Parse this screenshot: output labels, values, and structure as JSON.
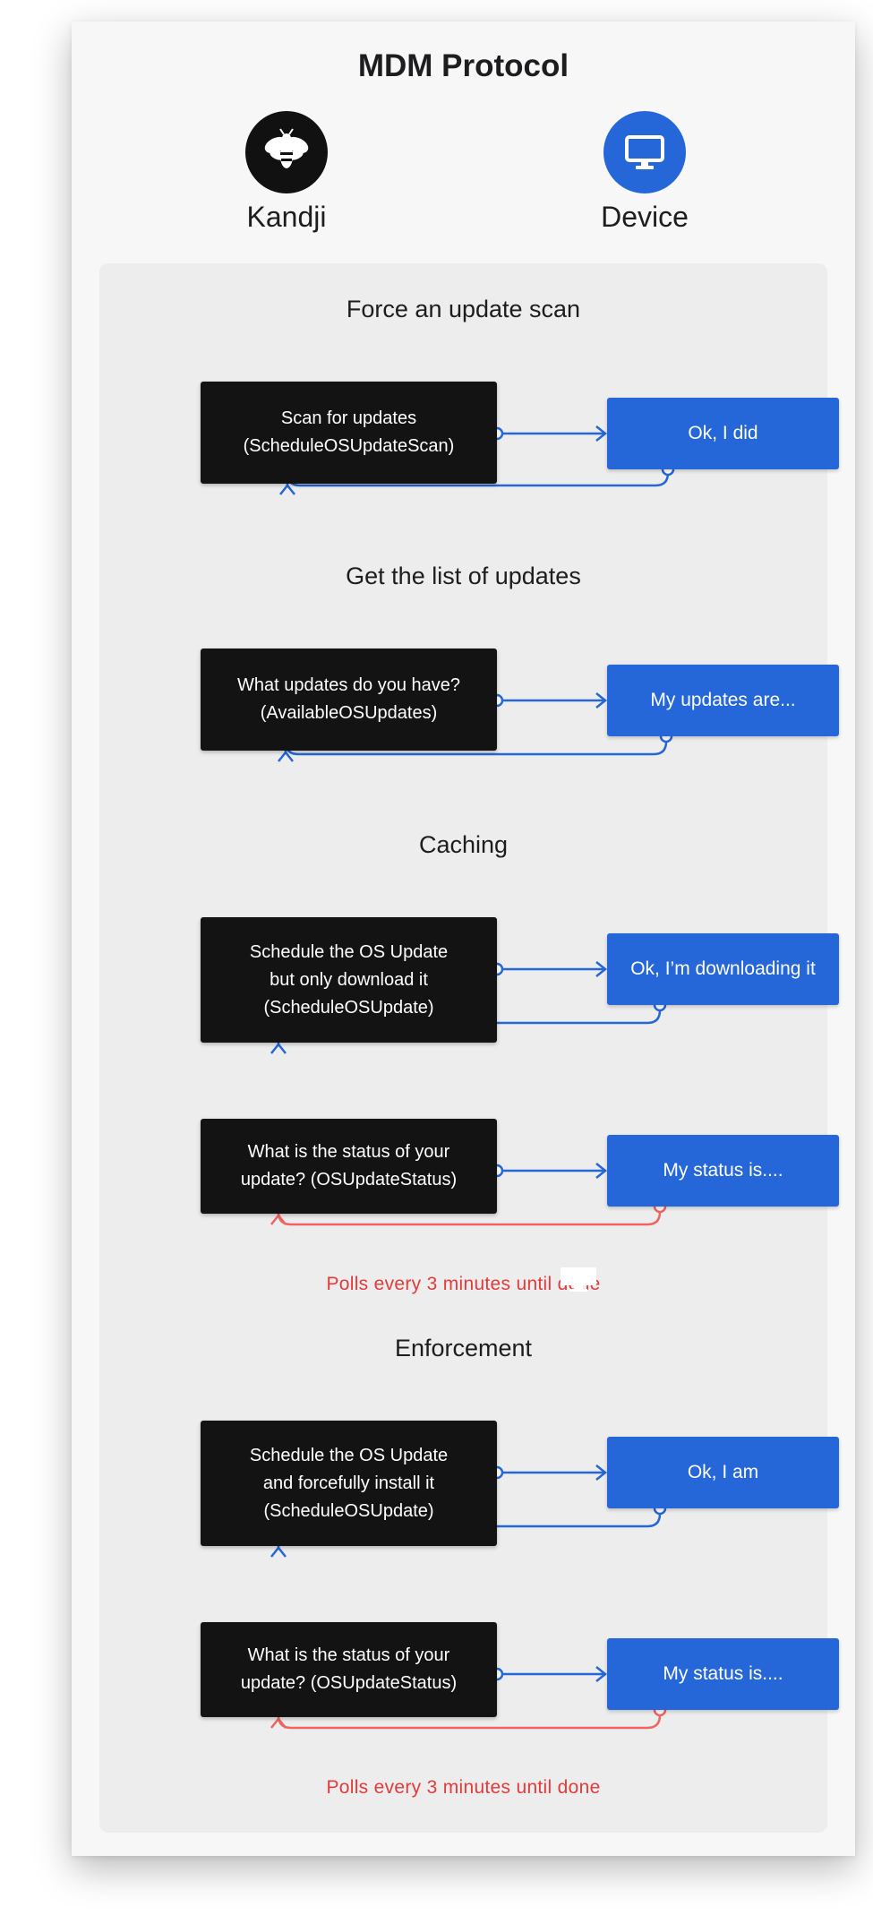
{
  "title": "MDM Protocol",
  "actors": {
    "left": {
      "name": "Kandji",
      "icon": "bee-icon"
    },
    "right": {
      "name": "Device",
      "icon": "monitor-icon"
    }
  },
  "colors": {
    "request_box": "#131313",
    "response_box": "#2567d8",
    "response_arrow": "#2567d8",
    "polling_arrow": "#ef6461",
    "polling_text": "#e23b3b"
  },
  "sections": [
    {
      "title": "Force an update scan",
      "exchanges": [
        {
          "request": "Scan for updates\n(ScheduleOSUpdateScan)",
          "response": "Ok, I did",
          "return_style": "solid",
          "note": ""
        }
      ]
    },
    {
      "title": "Get the list of updates",
      "exchanges": [
        {
          "request": "What updates do you have?\n(AvailableOSUpdates)",
          "response": "My updates are...",
          "return_style": "solid",
          "note": ""
        }
      ]
    },
    {
      "title": "Caching",
      "exchanges": [
        {
          "request": "Schedule the OS Update\nbut only download it\n(ScheduleOSUpdate)",
          "response": "Ok, I’m downloading it",
          "return_style": "solid",
          "note": ""
        },
        {
          "request": "What is the status of your\nupdate? (OSUpdateStatus)",
          "response": "My status is....",
          "return_style": "polling",
          "note": "Polls every 3 minutes until done"
        }
      ]
    },
    {
      "title": "Enforcement",
      "exchanges": [
        {
          "request": "Schedule the OS Update\nand forcefully install it\n(ScheduleOSUpdate)",
          "response": "Ok, I am",
          "return_style": "solid",
          "note": ""
        },
        {
          "request": "What is the status of your\nupdate? (OSUpdateStatus)",
          "response": "My status is....",
          "return_style": "polling",
          "note": "Polls every 3 minutes until done"
        }
      ]
    }
  ]
}
